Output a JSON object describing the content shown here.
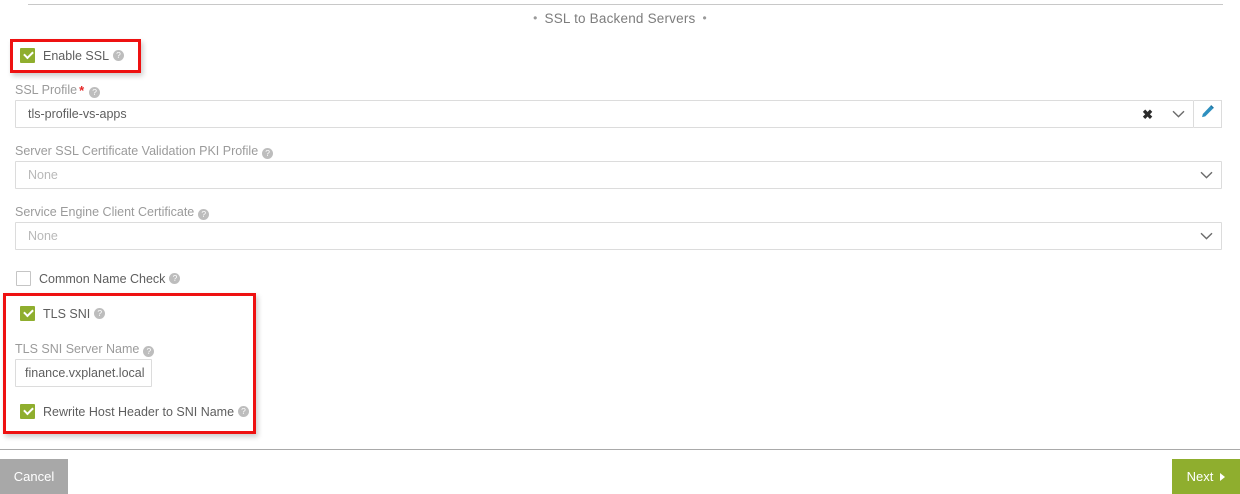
{
  "section": {
    "title": "SSL to Backend Servers",
    "bullet": "•"
  },
  "fields": {
    "enable_ssl": {
      "label": "Enable SSL",
      "checked": true,
      "help": "?"
    },
    "ssl_profile": {
      "label": "SSL Profile",
      "required_marker": "*",
      "value": "tls-profile-vs-apps",
      "clear_icon": "✖",
      "chevron_icon": "chevron-down-icon",
      "edit_icon": "pencil-icon",
      "help": "?"
    },
    "pki_profile": {
      "label": "Server SSL Certificate Validation PKI Profile",
      "placeholder": "None",
      "value": "",
      "help": "?"
    },
    "se_client_cert": {
      "label": "Service Engine Client Certificate",
      "placeholder": "None",
      "value": "",
      "help": "?"
    },
    "common_name_check": {
      "label": "Common Name Check",
      "checked": false,
      "help": "?"
    },
    "tls_sni": {
      "label": "TLS SNI",
      "checked": true,
      "help": "?"
    },
    "tls_sni_server_name": {
      "label": "TLS SNI Server Name",
      "value": "finance.vxplanet.local",
      "help": "?"
    },
    "rewrite_host_header": {
      "label": "Rewrite Host Header to SNI Name",
      "checked": true,
      "help": "?"
    }
  },
  "footer": {
    "cancel_label": "Cancel",
    "next_label": "Next"
  },
  "colors": {
    "accent_green": "#8fae2e",
    "annotation_red": "#ee1111",
    "edit_blue": "#2d8fbf",
    "label_gray": "#9b9b9b"
  }
}
